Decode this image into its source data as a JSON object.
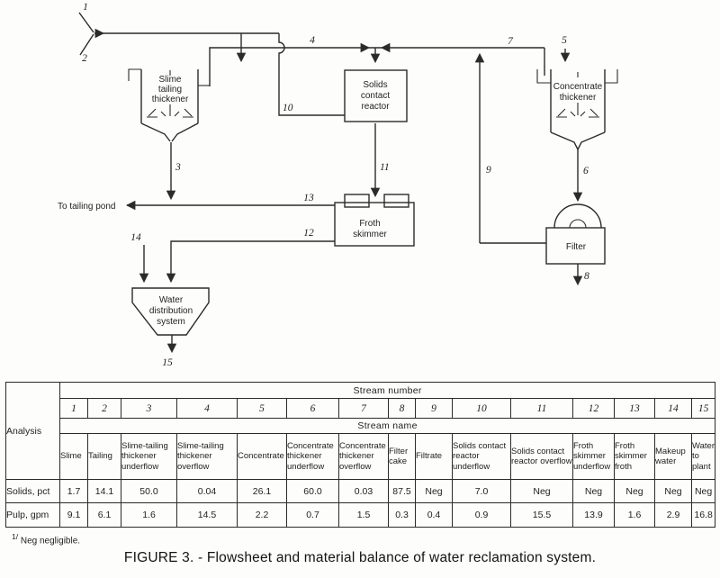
{
  "diagram": {
    "streams": [
      "1",
      "2",
      "3",
      "4",
      "5",
      "6",
      "7",
      "8",
      "9",
      "10",
      "11",
      "12",
      "13",
      "14",
      "15"
    ],
    "units": {
      "slime_tailing_thickener": [
        "Slime",
        "tailing",
        "thickener"
      ],
      "solids_contact_reactor": [
        "Solids",
        "contact",
        "reactor"
      ],
      "concentrate_thickener": [
        "Concentrate",
        "thickener"
      ],
      "froth_skimmer": [
        "Froth",
        "skimmer"
      ],
      "filter": [
        "Filter"
      ],
      "water_distribution_system": [
        "Water",
        "distribution",
        "system"
      ]
    },
    "annotations": {
      "to_tailing_pond": "To tailing pond"
    }
  },
  "table": {
    "analysis_label": "Analysis",
    "stream_number_header": "Stream number",
    "stream_name_header": "Stream name",
    "stream_numbers": [
      "1",
      "2",
      "3",
      "4",
      "5",
      "6",
      "7",
      "8",
      "9",
      "10",
      "11",
      "12",
      "13",
      "14",
      "15"
    ],
    "stream_names": [
      "Slime",
      "Tailing",
      "Slime-tailing thickener underflow",
      "Slime-tailing thickener overflow",
      "Concentrate",
      "Concentrate thickener underflow",
      "Concentrate thickener overflow",
      "Filter cake",
      "Filtrate",
      "Solids contact reactor underflow",
      "Solids contact reactor overflow",
      "Froth skimmer underflow",
      "Froth skimmer froth",
      "Makeup water",
      "Water to plant"
    ],
    "rows": [
      {
        "label": "Solids, pct",
        "values": [
          "1.7",
          "14.1",
          "50.0",
          "0.04",
          "26.1",
          "60.0",
          "0.03",
          "87.5",
          "Neg",
          "7.0",
          "Neg",
          "Neg",
          "Neg",
          "Neg",
          "Neg"
        ]
      },
      {
        "label": "Pulp, gpm",
        "values": [
          "9.1",
          "6.1",
          "1.6",
          "14.5",
          "2.2",
          "0.7",
          "1.5",
          "0.3",
          "0.4",
          "0.9",
          "15.5",
          "13.9",
          "1.6",
          "2.9",
          "16.8"
        ]
      }
    ]
  },
  "footnote": {
    "marker": "1/",
    "text": "Neg negligible."
  },
  "caption": "FIGURE 3. - Flowsheet and material balance of water reclamation system."
}
